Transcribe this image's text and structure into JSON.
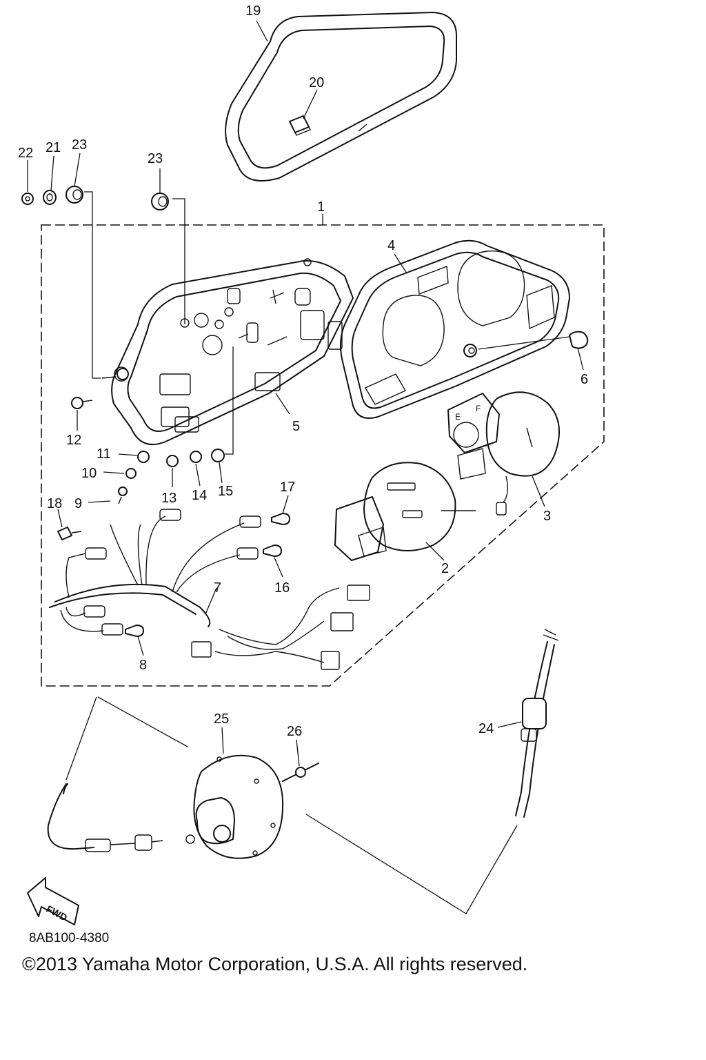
{
  "diagram": {
    "code": "8AB100-4380",
    "copyright": "©2013 Yamaha Motor Corporation, U.S.A. All rights reserved.",
    "fwd_text": "FWD",
    "gauge_letters": {
      "e": "E",
      "f": "F"
    },
    "callouts": {
      "p1": "1",
      "p2": "2",
      "p3": "3",
      "p4": "4",
      "p5": "5",
      "p6": "6",
      "p7": "7",
      "p8": "8",
      "p9": "9",
      "p10": "10",
      "p11": "11",
      "p12": "12",
      "p13": "13",
      "p14": "14",
      "p15": "15",
      "p16": "16",
      "p17": "17",
      "p18": "18",
      "p19": "19",
      "p20": "20",
      "p21": "21",
      "p22": "22",
      "p23a": "23",
      "p23b": "23",
      "p24": "24",
      "p25": "25",
      "p26": "26"
    }
  }
}
